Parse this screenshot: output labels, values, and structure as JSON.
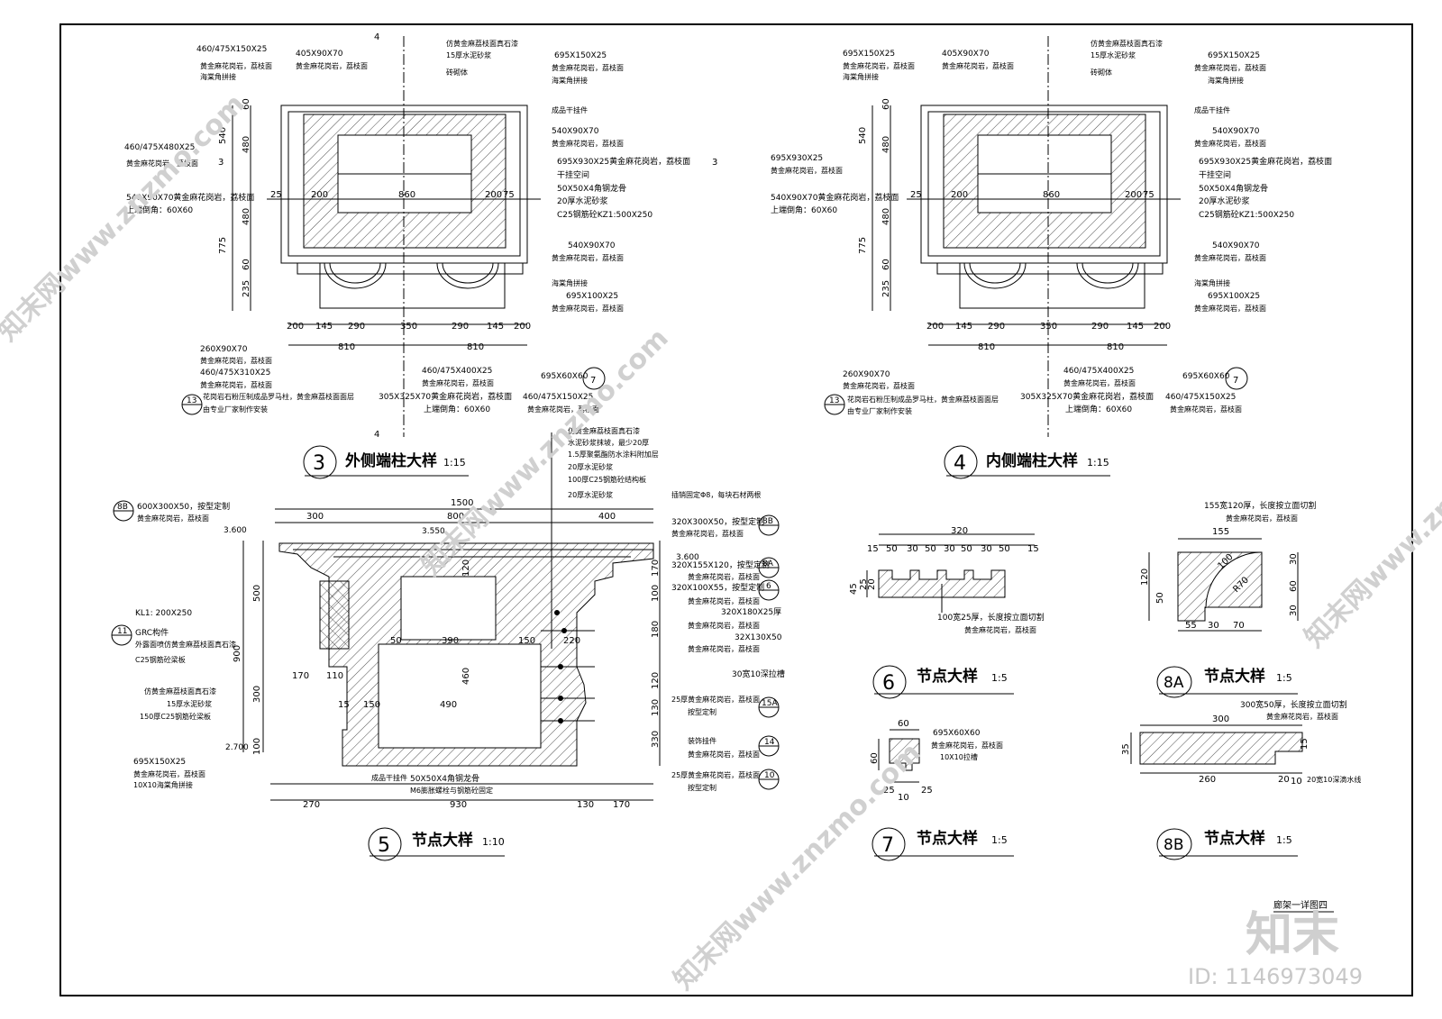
{
  "sheet": {
    "title": "廊架一详图四",
    "logo": "知末",
    "id_text": "ID: 1146973049",
    "watermark": "知末网www.znzmo.com"
  },
  "d3": {
    "num": "3",
    "title": "外侧端柱大样",
    "scale": "1:15",
    "left_labels": [
      {
        "a": "460/475X150X25",
        "b": "黄金麻花岗岩，荔枝面",
        "c": "海棠角拼接"
      },
      {
        "a": "405X90X70",
        "b": "黄金麻花岗岩，荔枝面",
        "c": ""
      },
      {
        "a": "460/475X480X25",
        "b": "黄金麻花岗岩，荔枝面",
        "c": ""
      },
      {
        "a": "540X90X70黄金麻花岗岩，荔枝面",
        "b": "上端倒角：60X60",
        "c": ""
      }
    ],
    "right_labels": [
      {
        "a": "仿黄金麻荔枝面真石漆",
        "b": "15厚水泥砂浆",
        "c": "砖砌体"
      },
      {
        "a": "695X150X25",
        "b": "黄金麻花岗岩，荔枝面",
        "c": "海棠角拼接"
      },
      {
        "a": "成品干挂件",
        "b": "",
        "c": ""
      },
      {
        "a": "540X90X70",
        "b": "黄金麻花岗岩，荔枝面",
        "c": ""
      },
      {
        "a": "695X930X25黄金麻花岗岩，荔枝面",
        "b": "干挂空间",
        "c": ""
      },
      {
        "a": "50X50X4角钢龙骨",
        "b": "20厚水泥砂浆",
        "c": "C25钢筋砼KZ1:500X250"
      },
      {
        "a": "540X90X70",
        "b": "黄金麻花岗岩，荔枝面",
        "c": ""
      },
      {
        "a": "海棠角拼接",
        "b": "",
        "c": ""
      },
      {
        "a": "695X100X25",
        "b": "黄金麻花岗岩，荔枝面",
        "c": ""
      }
    ],
    "bottom_labels": [
      {
        "a": "260X90X70",
        "b": "黄金麻花岗岩，荔枝面"
      },
      {
        "a": "460/475X310X25",
        "b": "黄金麻花岗岩，荔枝面"
      },
      {
        "a": "花岗岩石粉压制成品罗马柱，黄金麻荔枝面面层",
        "b": "由专业厂家制作安装"
      },
      {
        "a": "460/475X400X25",
        "b": "黄金麻花岗岩，荔枝面"
      },
      {
        "a": "305X325X70黄金麻花岗岩，荔枝面",
        "b": "上端倒角：60X60"
      },
      {
        "a": "695X60X60",
        "b": ""
      },
      {
        "a": "460/475X150X25",
        "b": "黄金麻花岗岩，荔枝面"
      }
    ],
    "dims_bottom": [
      "200",
      "145",
      "290",
      "350",
      "290",
      "145",
      "200"
    ],
    "dims_total": [
      "810",
      "810"
    ],
    "dims_left": [
      "540",
      "775",
      "60",
      "480",
      "25",
      "480",
      "60",
      "235"
    ],
    "dims_inner": [
      "200",
      "860",
      "200",
      "75",
      "25",
      "145",
      "60"
    ],
    "callout_13": "13",
    "callout_7": "7",
    "section_mark": "4",
    "section_mark_side": "3"
  },
  "d4": {
    "num": "4",
    "title": "内侧端柱大样",
    "scale": "1:15",
    "left_labels": [
      {
        "a": "695X150X25",
        "b": "黄金麻花岗岩，荔枝面",
        "c": "海棠角拼接"
      },
      {
        "a": "405X90X70",
        "b": "黄金麻花岗岩，荔枝面",
        "c": ""
      },
      {
        "a": "695X930X25",
        "b": "黄金麻花岗岩，荔枝面",
        "c": ""
      },
      {
        "a": "540X90X70黄金麻花岗岩，荔枝面",
        "b": "上端倒角：60X60",
        "c": ""
      }
    ],
    "right_labels": [
      {
        "a": "仿黄金麻荔枝面真石漆",
        "b": "15厚水泥砂浆",
        "c": "砖砌体"
      },
      {
        "a": "695X150X25",
        "b": "黄金麻花岗岩，荔枝面",
        "c": "海棠角拼接"
      },
      {
        "a": "成品干挂件",
        "b": "",
        "c": ""
      },
      {
        "a": "540X90X70",
        "b": "黄金麻花岗岩，荔枝面",
        "c": ""
      },
      {
        "a": "695X930X25黄金麻花岗岩，荔枝面",
        "b": "干挂空间",
        "c": ""
      },
      {
        "a": "50X50X4角钢龙骨",
        "b": "20厚水泥砂浆",
        "c": "C25钢筋砼KZ1:500X250"
      },
      {
        "a": "540X90X70",
        "b": "黄金麻花岗岩，荔枝面",
        "c": ""
      },
      {
        "a": "海棠角拼接",
        "b": "",
        "c": ""
      },
      {
        "a": "695X100X25",
        "b": "黄金麻花岗岩，荔枝面",
        "c": ""
      }
    ],
    "bottom_labels": [
      {
        "a": "260X90X70",
        "b": "黄金麻花岗岩，荔枝面"
      },
      {
        "a": "花岗岩石粉压制成品罗马柱，黄金麻荔枝面面层",
        "b": "由专业厂家制作安装"
      },
      {
        "a": "460/475X400X25",
        "b": "黄金麻花岗岩，荔枝面"
      },
      {
        "a": "305X325X70黄金麻花岗岩，荔枝面",
        "b": "上端倒角：60X60"
      },
      {
        "a": "695X60X60",
        "b": ""
      },
      {
        "a": "460/475X150X25",
        "b": "黄金麻花岗岩，荔枝面"
      }
    ],
    "callout_13": "13",
    "callout_7": "7"
  },
  "d5": {
    "num": "5",
    "title": "节点大样",
    "scale": "1:10",
    "top_layers": [
      "仿黄金麻荔枝面真石漆",
      "水泥砂浆抹坡，最少20厚",
      "1.5厚聚氨酯防水涂料附加层",
      "20厚水泥砂浆",
      "100厚C25钢筋砼结构板",
      "20厚水泥砂浆"
    ],
    "anchor_note": "插销固定Φ8，每块石材两根",
    "elev": [
      "3.600",
      "3.550",
      "3.600",
      "2.700"
    ],
    "left_labels": [
      {
        "a": "600X300X50，按型定制",
        "b": "黄金麻花岗岩，荔枝面"
      },
      {
        "a": "KL1: 200X250",
        "b": ""
      },
      {
        "a": "GRC构件",
        "b": "外露面喷仿黄金麻荔枝面真石漆"
      },
      {
        "a": "C25钢筋砼梁板",
        "b": ""
      },
      {
        "a": "仿黄金麻荔枝面真石漆",
        "b": "15厚水泥砂浆"
      },
      {
        "a": "150厚C25钢筋砼梁板",
        "b": ""
      },
      {
        "a": "695X150X25",
        "b": "黄金麻花岗岩，荔枝面"
      },
      {
        "a": "10X10海棠角拼接",
        "b": ""
      }
    ],
    "right_labels": [
      {
        "a": "320X300X50，按型定制",
        "b": "黄金麻花岗岩，荔枝面"
      },
      {
        "a": "320X155X120，按型定制",
        "b": "黄金麻花岗岩，荔枝面"
      },
      {
        "a": "320X100X55，按型定制",
        "b": "黄金麻花岗岩，荔枝面"
      },
      {
        "a": "320X180X25厚",
        "b": "黄金麻花岗岩，荔枝面"
      },
      {
        "a": "32X130X50",
        "b": "黄金麻花岗岩，荔枝面"
      },
      {
        "a": "30宽10深拉槽",
        "b": ""
      },
      {
        "a": "25厚黄金麻花岗岩，荔枝面",
        "b": "按型定制"
      },
      {
        "a": "装饰挂件",
        "b": "黄金麻花岗岩，荔枝面"
      },
      {
        "a": "25厚黄金麻花岗岩，荔枝面",
        "b": "按型定制"
      }
    ],
    "bottom_notes": [
      "成品干挂件",
      "50X50X4角钢龙骨",
      "M6膨胀螺栓与钢筋砼固定"
    ],
    "dims_top": [
      "1500",
      "300",
      "800",
      "400"
    ],
    "dims_bottom": [
      "270",
      "930",
      "130",
      "170"
    ],
    "dims_left": [
      "500",
      "900",
      "300",
      "100"
    ],
    "dims_inner": [
      "390",
      "460",
      "490",
      "220",
      "150",
      "170",
      "110",
      "15",
      "150",
      "50",
      "120"
    ],
    "dims_right": [
      "170",
      "100",
      "180",
      "120",
      "130",
      "330"
    ],
    "callouts": [
      "8B",
      "11",
      "8B",
      "8A",
      "6",
      "15A",
      "14",
      "10"
    ]
  },
  "d6": {
    "num": "6",
    "title": "节点大样",
    "scale": "1:5",
    "dims": [
      "320",
      "15",
      "50",
      "30",
      "50",
      "30",
      "50",
      "30",
      "50",
      "15",
      "45",
      "25",
      "20"
    ],
    "label_a": "100宽25厚，长度按立面切割",
    "label_b": "黄金麻花岗岩，荔枝面"
  },
  "d7": {
    "num": "7",
    "title": "节点大样",
    "scale": "1:5",
    "dims": [
      "60",
      "60",
      "25",
      "10",
      "25"
    ],
    "label_a": "695X60X60",
    "label_b": "黄金麻花岗岩，荔枝面",
    "label_c": "10X10拉槽"
  },
  "d8a": {
    "num": "8A",
    "title": "节点大样",
    "scale": "1:5",
    "dims": [
      "155",
      "120",
      "50",
      "30",
      "60",
      "30",
      "55",
      "30",
      "70",
      "100",
      "R70"
    ],
    "label_a": "155宽120厚，长度按立面切割",
    "label_b": "黄金麻花岗岩，荔枝面"
  },
  "d8b": {
    "num": "8B",
    "title": "节点大样",
    "scale": "1:5",
    "dims": [
      "300",
      "260",
      "20",
      "35",
      "15",
      "10"
    ],
    "label_a": "300宽50厚，长度按立面切割",
    "label_b": "黄金麻花岗岩，荔枝面",
    "label_c": "20宽10深滴水线"
  }
}
